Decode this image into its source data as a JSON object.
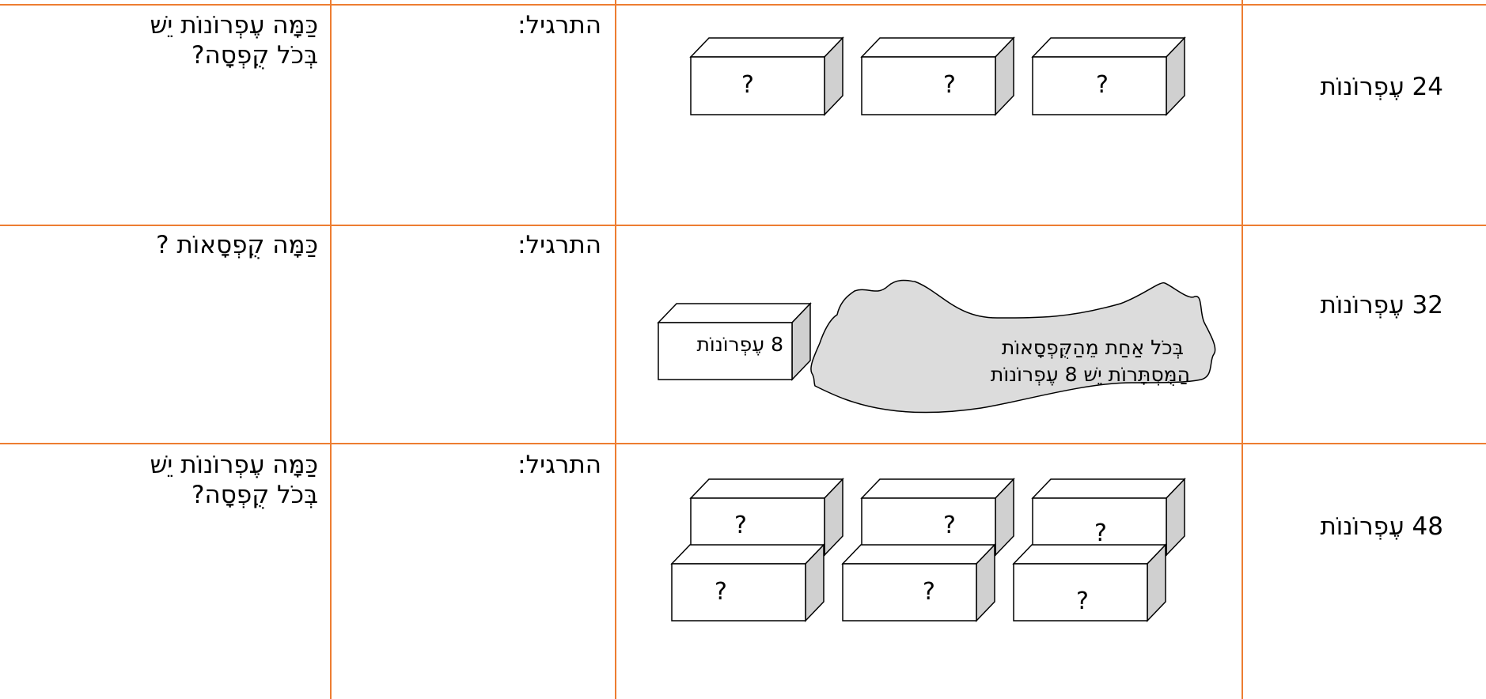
{
  "rows": [
    {
      "quantity": "24 עֶפְרוֹנוֹת",
      "exercise_label": "התרגיל:",
      "question_line1": "כַּמָּה עֶפְרוֹנוֹת יֵשׁ",
      "question_line2": "בְּכֹל קֻפְסָה?",
      "box_marks": [
        "?",
        "?",
        "?"
      ]
    },
    {
      "quantity": "32 עֶפְרוֹנוֹת",
      "exercise_label": "התרגיל:",
      "question_line1": "כַּמָּה קֻפְסָאוֹת ?",
      "box_label": "8 עֶפְרוֹנוֹת",
      "cloud_line1": "בְּכֹל אַחַת מֵהַקֻּפְסָאוֹת",
      "cloud_line2": "הַמֻּסְתָּרוֹת יֵשׁ 8 עֶפְרוֹנוֹת"
    },
    {
      "quantity": "48 עֶפְרוֹנוֹת",
      "exercise_label": "התרגיל:",
      "question_line1": "כַּמָּה עֶפְרוֹנוֹת יֵשׁ",
      "question_line2": "בְּכֹל קֻפְסָה?",
      "box_marks": [
        "?",
        "?",
        "?",
        "?",
        "?",
        "?"
      ]
    }
  ],
  "colors": {
    "grid_line": "#ED7D31",
    "box_side": "#d0d0d0",
    "cloud_fill": "#dcdcdc"
  }
}
